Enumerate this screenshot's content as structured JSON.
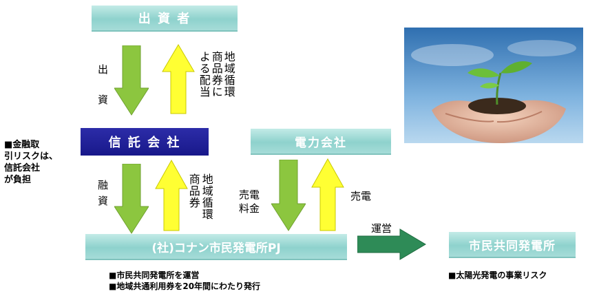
{
  "boxes": {
    "investors": "出 資 者",
    "trust_company": "信 託 会 社",
    "power_company": "電力会社",
    "konan": "(社)コナン市民発電所PJ",
    "citizen_plant": "市民共同発電所"
  },
  "labels": {
    "investment": "出\n\n資",
    "dividend_a": "地域循環",
    "dividend_b": "商品券に",
    "dividend_c": "よる配当",
    "financing_a": "融",
    "financing_b": "資",
    "coupons_a": "地域循環",
    "coupons_b": "商品券",
    "sale_fee_a": "売電",
    "sale_fee_b": "料金",
    "sale": "売電",
    "operation": "運営"
  },
  "notes": {
    "risk_line1": "■金融取",
    "risk_line2": "引リスクは、",
    "risk_line3": "信託会社",
    "risk_line4": "が負担",
    "konan_line1": "■市民共同発電所を運営",
    "konan_line2": "■地域共通利用券を20年間にわたり発行",
    "plant_risk": "■太陽光発電の事業リスク"
  },
  "colors": {
    "teal_box": "#8ed2cd",
    "navy_box": "#18188a",
    "green_arrow": "#8cc63f",
    "yellow_arrow": "#ffff33",
    "operation_arrow": "#2e8b57"
  },
  "image": {
    "subject": "hands-holding-seedling"
  }
}
